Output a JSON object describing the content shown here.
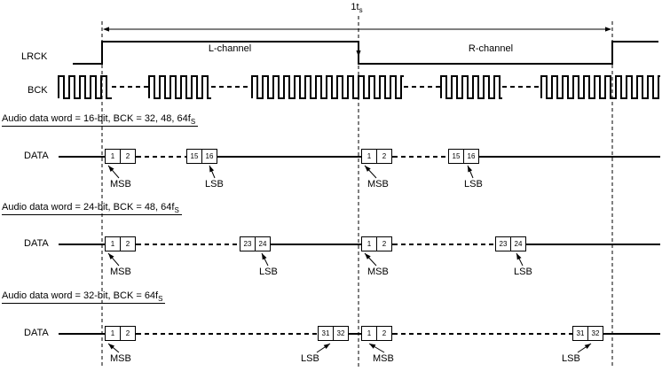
{
  "period_label": {
    "text": "1t",
    "sub": "s"
  },
  "signals": {
    "lrck": "LRCK",
    "bck": "BCK",
    "data": "DATA"
  },
  "channels": {
    "left": "L-channel",
    "right": "R-channel"
  },
  "labels": {
    "msb": "MSB",
    "lsb": "LSB"
  },
  "sections": [
    {
      "header": {
        "text": "Audio data word = 16-bit, BCK = 32, 48, 64f",
        "sub": "S"
      },
      "bits_shown": [
        "1",
        "2",
        "15",
        "16"
      ]
    },
    {
      "header": {
        "text": "Audio data word = 24-bit, BCK = 48, 64f",
        "sub": "S"
      },
      "bits_shown": [
        "1",
        "2",
        "23",
        "24"
      ]
    },
    {
      "header": {
        "text": "Audio data word = 32-bit, BCK = 64f",
        "sub": "S"
      },
      "bits_shown": [
        "1",
        "2",
        "31",
        "32"
      ]
    }
  ]
}
